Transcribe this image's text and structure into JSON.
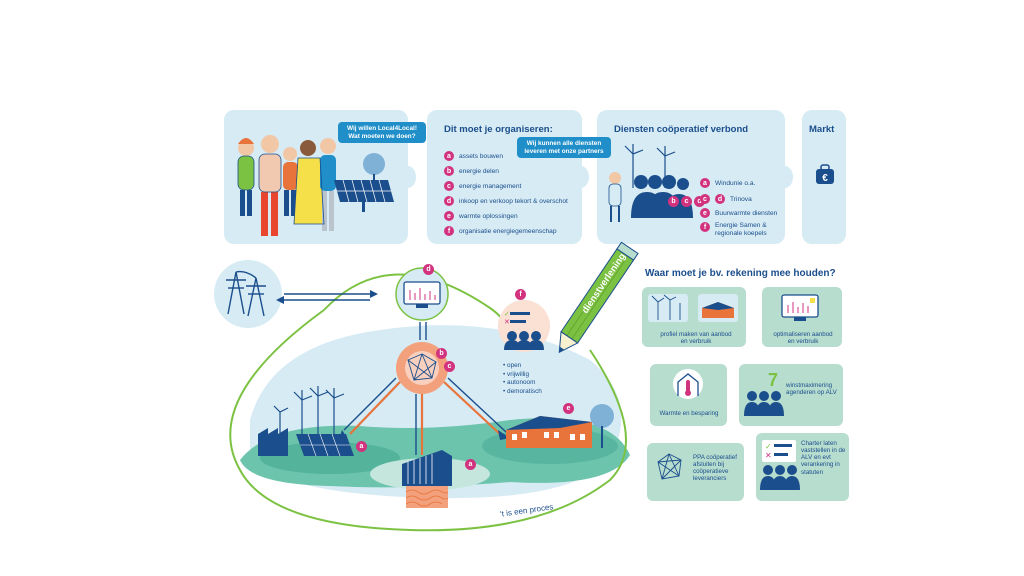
{
  "panel1": {
    "speech": "Wij willen Local4Local! Wat moeten we doen?"
  },
  "panel2": {
    "title": "Dit moet je organiseren:",
    "items": [
      {
        "letter": "a",
        "label": "assets bouwen"
      },
      {
        "letter": "b",
        "label": "energie delen"
      },
      {
        "letter": "c",
        "label": "energie management"
      },
      {
        "letter": "d",
        "label": "inkoop en verkoop tekort & overschot"
      },
      {
        "letter": "e",
        "label": "warmte oplossingen"
      },
      {
        "letter": "f",
        "label": "organisatie energiegemeenschap"
      }
    ]
  },
  "panel3": {
    "title": "Diensten coöperatief verbond",
    "speech": "Wij kunnen alle diensten leveren met onze partners",
    "group_letters": [
      "b",
      "c",
      "d"
    ],
    "items": [
      {
        "letter": "a",
        "label": "Windunie o.a."
      },
      {
        "letters": [
          "c",
          "d"
        ],
        "label": "Trinova"
      },
      {
        "letter": "e",
        "label": "Buurwarmte diensten"
      },
      {
        "letter": "f",
        "label": "Energie Samen & regionale koepels"
      }
    ]
  },
  "panel4": {
    "title": "Markt"
  },
  "pencil_label": "dienstverlening",
  "right": {
    "title": "Waar moet je bv. rekening mee houden?",
    "cards": [
      {
        "label": "profiel maken van aanbod en verbruik"
      },
      {
        "label": "optimaliseren aanbod en verbruik"
      },
      {
        "label": "Warmte en besparing"
      },
      {
        "label": "winstmaximering agenderen op ALV"
      },
      {
        "label": "PPA coöperatief afsluiten bij coöperatieve leveranciers"
      },
      {
        "label": "Charter laten vaststellen in de ALV en evt verankering in statuten"
      }
    ]
  },
  "community": {
    "principles": [
      "open",
      "vrijwillig",
      "autonoom",
      "demoratisch"
    ],
    "process_label": "'t is een proces",
    "marks": {
      "d": "d",
      "f": "f",
      "b": "b",
      "c": "c",
      "e": "e",
      "a1": "a",
      "a2": "a"
    }
  },
  "colors": {
    "accent": "#d2337f",
    "navy": "#1b4e8c",
    "panel": "#d6ebf4",
    "green": "#7cc242",
    "card": "#b7ddcf",
    "orange": "#e8733b"
  }
}
